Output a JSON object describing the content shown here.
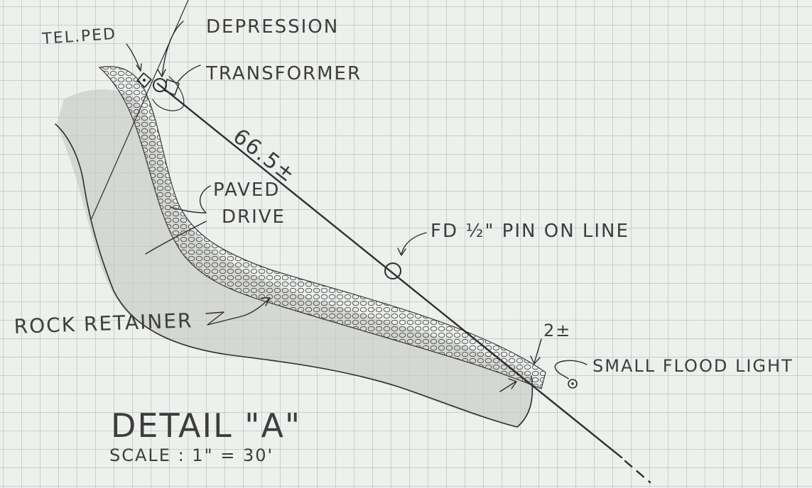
{
  "labels": {
    "tel_ped": "TEL.PED",
    "depression": "DEPRESSION",
    "transformer": "TRANSFORMER",
    "distance": "66.5±",
    "paved_drive_line1": "PAVED",
    "paved_drive_line2": "DRIVE",
    "fd_pin": "FD ½\" PIN ON LINE",
    "rock_retainer": "ROCK RETAINER",
    "offset": "2±",
    "flood_light": "SMALL FLOOD LIGHT",
    "detail_title": "DETAIL \"A\"",
    "scale": "SCALE : 1\" = 30'"
  },
  "colors": {
    "ink": "#2e2e2e",
    "pencil_text": "#3d3d3d",
    "grid": "#7896be",
    "paper": "#eef0ec",
    "shade": "#c8c9c6"
  }
}
